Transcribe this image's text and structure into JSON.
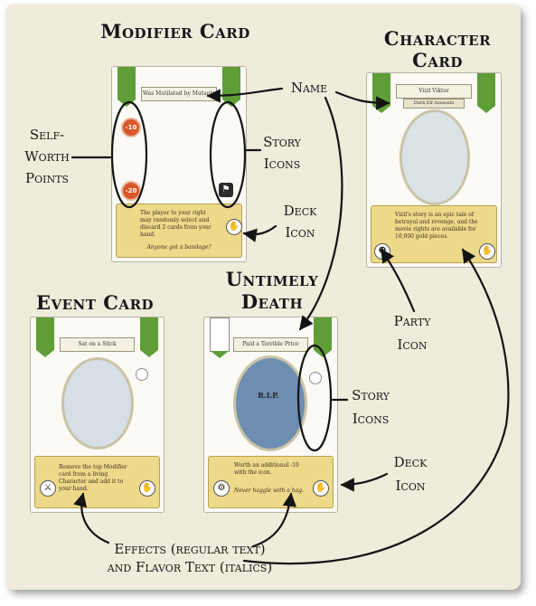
{
  "titles": {
    "modifier_card": "Modifier Card",
    "character_card_line1": "Character",
    "character_card_line2": "Card",
    "event_card": "Event Card",
    "untimely_death_line1": "Untimely",
    "untimely_death_line2": "Death"
  },
  "labels": {
    "name": "Name",
    "self_worth_1": "Self-",
    "self_worth_2": "Worth",
    "self_worth_3": "Points",
    "story_icons_1": "Story",
    "story_icons_2": "Icons",
    "deck_icon_1": "Deck",
    "deck_icon_2": "Icon",
    "party_icon_1": "Party",
    "party_icon_2": "Icon",
    "effects_1": "Effects (regular text)",
    "effects_2": "and Flavor Text (italics)"
  },
  "cards": {
    "modifier": {
      "name": "Was Mutilated by Mutants",
      "points": [
        "-10",
        "-20"
      ],
      "effect": "The player to your right may randomly select and discard 2 cards from your hand.",
      "flavor": "Anyone got a bandage?"
    },
    "character": {
      "name": "Vizil Viktor",
      "subtitle": "Dark Elf Assassin",
      "text": "Vizil's story is an epic tale of betrayal and revenge, and the movie rights are available for 10,000 gold pieces."
    },
    "event": {
      "name": "Sat on a Stick",
      "effect": "Remove the top Modifier card from a living Character and add it to your hand."
    },
    "untimely_death": {
      "name": "Paid a Terrible Price",
      "tombstone": "R.I.P.",
      "effect": "Worth an additional -10 with the icon.",
      "flavor": "Never haggle with a hag."
    }
  },
  "colors": {
    "background": "#efecdb",
    "banner_green": "#5f9e36",
    "parchment": "#ecd98a",
    "self_worth_red": "#d9572a",
    "annotation": "#141414"
  }
}
